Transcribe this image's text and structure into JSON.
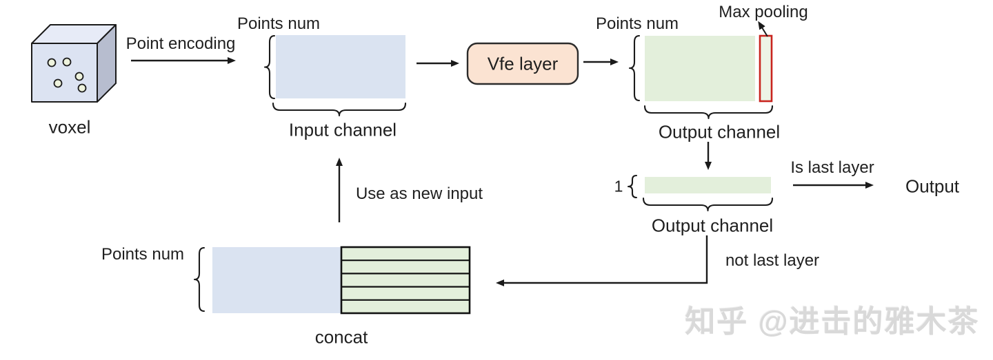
{
  "diagram": {
    "voxel": {
      "label": "voxel"
    },
    "edges": {
      "point_encoding": "Point encoding",
      "max_pooling": "Max pooling",
      "is_last_layer": "Is last layer",
      "not_last_layer": "not last layer",
      "use_as_new_input": "Use as new input"
    },
    "input_matrix": {
      "rows_label": "Points num",
      "cols_label": "Input channel"
    },
    "vfe": {
      "label": "Vfe layer"
    },
    "output_matrix": {
      "rows_label": "Points num",
      "cols_label": "Output channel"
    },
    "pooled_row": {
      "rows_label": "1",
      "cols_label": "Output channel"
    },
    "output_terminal": {
      "label": "Output"
    },
    "concat_matrix": {
      "rows_label": "Points num",
      "label": "concat"
    }
  },
  "colors": {
    "matrix_blue": "#dae3f1",
    "matrix_green": "#e3efdb",
    "pooled_cell_green": "#edf4e6",
    "vfe_peach": "#fbe3d2",
    "vfe_border": "#2b2b2b",
    "pooling_red": "#c9241e",
    "line": "#1a1a1a",
    "cube_front": "#dce3f2",
    "cube_top": "#e7ebf7",
    "cube_side": "#b7bdcf",
    "point_dot": "#eef3dd",
    "watermark": "#d9d9d9"
  },
  "watermark": {
    "text": "知乎 @进击的雅木茶"
  }
}
